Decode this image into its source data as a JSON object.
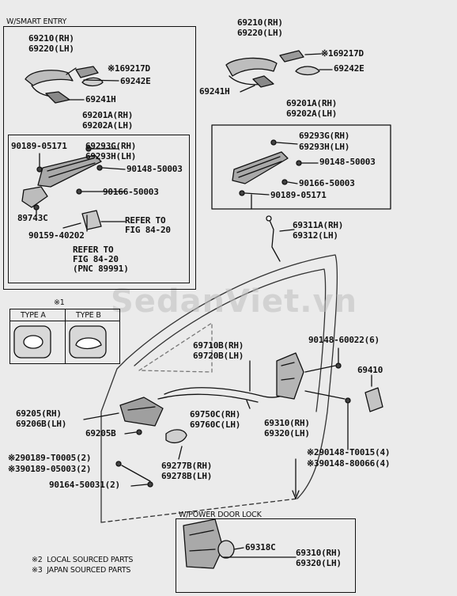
{
  "watermark": "SedanViet.vn",
  "smart_entry": {
    "title": "W/SMART ENTRY",
    "handle_rh": "69210(RH)",
    "handle_lh": "69220(LH)",
    "cover": "※169217D",
    "pad": "69242E",
    "frame": "69241H",
    "inside_rh": "69201A(RH)",
    "inside_lh": "69202A(LH)",
    "bolt_a": "90189-05171",
    "sub_rh": "69293G(RH)",
    "sub_lh": "69293H(LH)",
    "screw_a": "90148-50003",
    "screw_b": "90166-50003",
    "part_89743": "89743C",
    "bolt_b": "90159-40202",
    "ref1": "REFER TO\nFIG 84-20",
    "ref2": "REFER TO\nFIG 84-20\n(PNC 89991)"
  },
  "type_legend": {
    "mark": "※1",
    "type_a": "TYPE A",
    "type_b": "TYPE B"
  },
  "upper_right": {
    "handle_rh": "69210(RH)",
    "handle_lh": "69220(LH)",
    "cover": "※169217D",
    "pad": "69242E",
    "frame": "69241H",
    "inside_rh": "69201A(RH)",
    "inside_lh": "69202A(LH)",
    "sub_rh": "69293G(RH)",
    "sub_lh": "69293H(LH)",
    "screw_a": "90148-50003",
    "screw_b": "90166-50003",
    "bolt": "90189-05171",
    "rod_rh": "69311A(RH)",
    "rod_lh": "69312(LH)"
  },
  "main": {
    "cable_rh": "69710B(RH)",
    "cable_lh": "69720B(LH)",
    "screw_top": "90148-60022(6)",
    "striker": "69410",
    "lever_rh": "69205(RH)",
    "lever_lh": "69206B(LH)",
    "clip": "69205B",
    "cable2_rh": "69750C(RH)",
    "cable2_lh": "69760C(LH)",
    "lock_rh": "69310(RH)",
    "lock_lh": "69320(LH)",
    "screw_2a": "※290148-T0015(4)",
    "screw_3a": "※390148-80066(4)",
    "bolt_2": "※290189-T0005(2)",
    "bolt_3": "※390189-05003(2)",
    "cap_rh": "69277B(RH)",
    "cap_lh": "69278B(LH)",
    "screw_bottom": "90164-50031(2)"
  },
  "power_lock": {
    "title": "W/POWER DOOR LOCK",
    "part": "69318C",
    "lock_rh": "69310(RH)",
    "lock_lh": "69320(LH)"
  },
  "notes": {
    "note2": "※2  LOCAL SOURCED PARTS",
    "note3": "※3  JAPAN SOURCED PARTS"
  }
}
